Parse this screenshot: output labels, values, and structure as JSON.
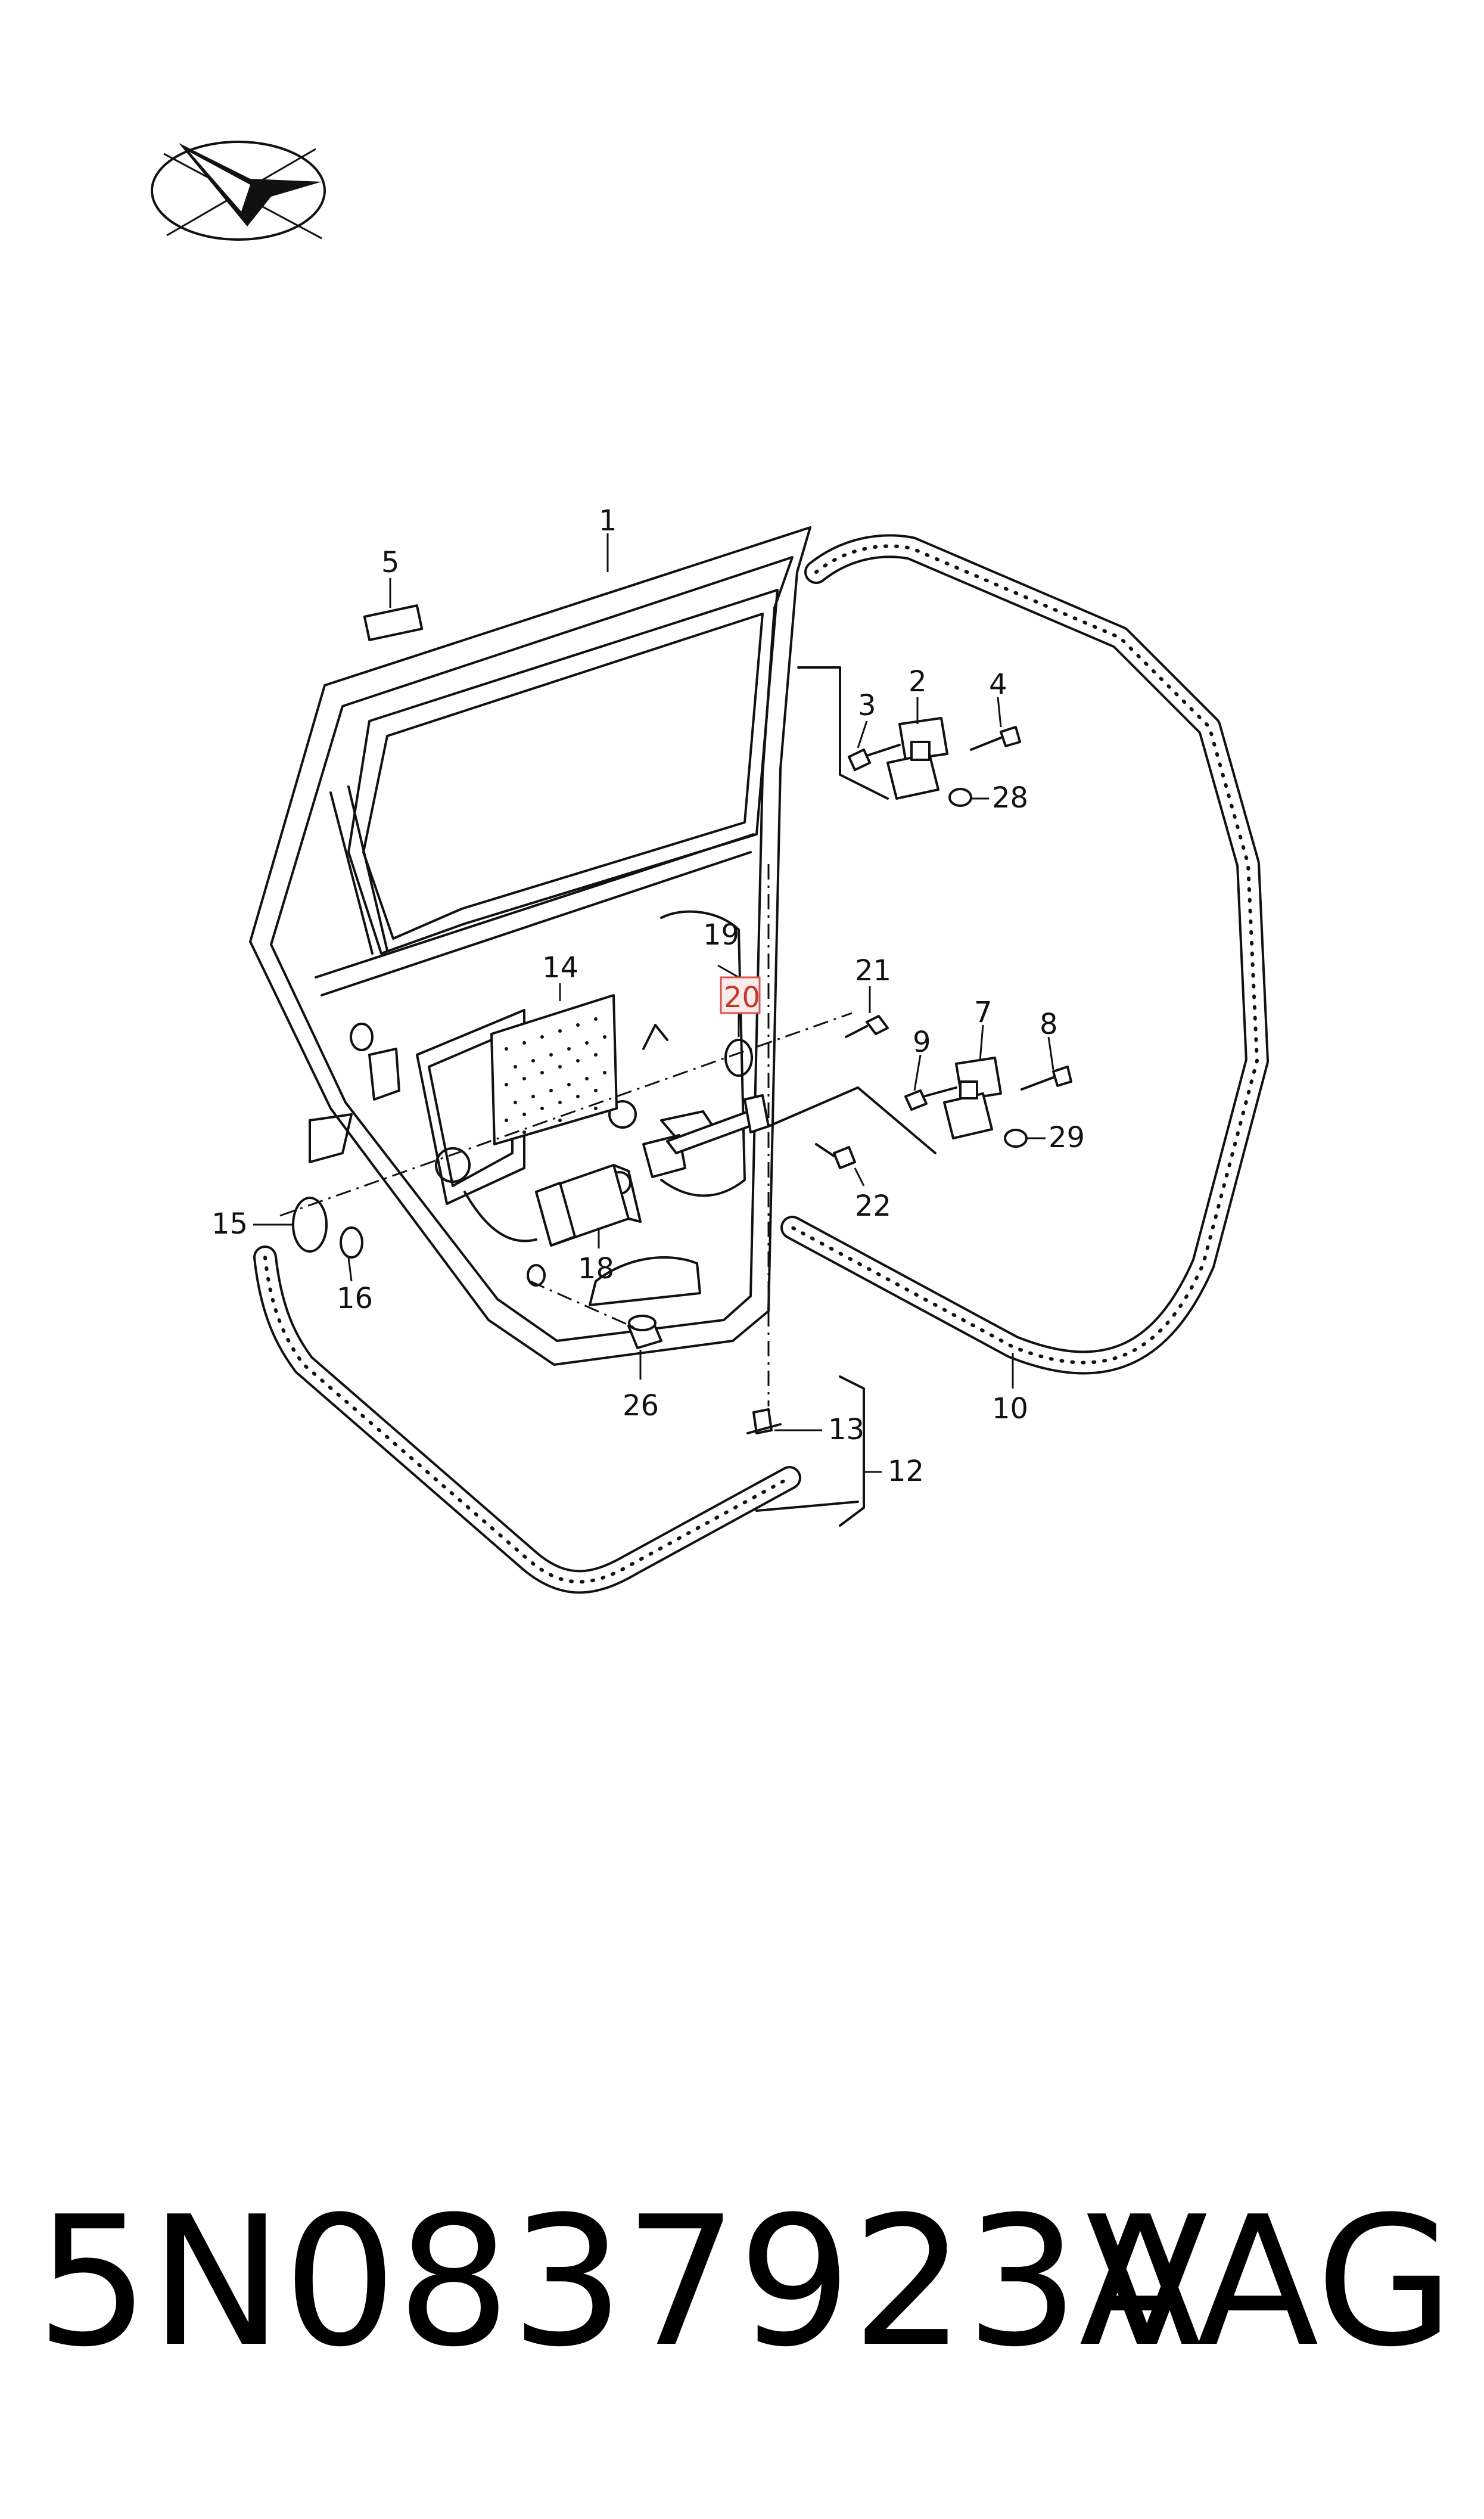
{
  "diagram": {
    "callouts": [
      "1",
      "2",
      "3",
      "4",
      "5",
      "7",
      "8",
      "9",
      "10",
      "12",
      "13",
      "14",
      "15",
      "16",
      "18",
      "19",
      "20",
      "21",
      "22",
      "26",
      "28",
      "29"
    ],
    "highlighted_callout": "20",
    "highlight_color": "#d9534f",
    "orientation_icon": "direction-arrow-icon"
  },
  "footer": {
    "part_number": "5N0837923A",
    "brand": "VAG"
  }
}
